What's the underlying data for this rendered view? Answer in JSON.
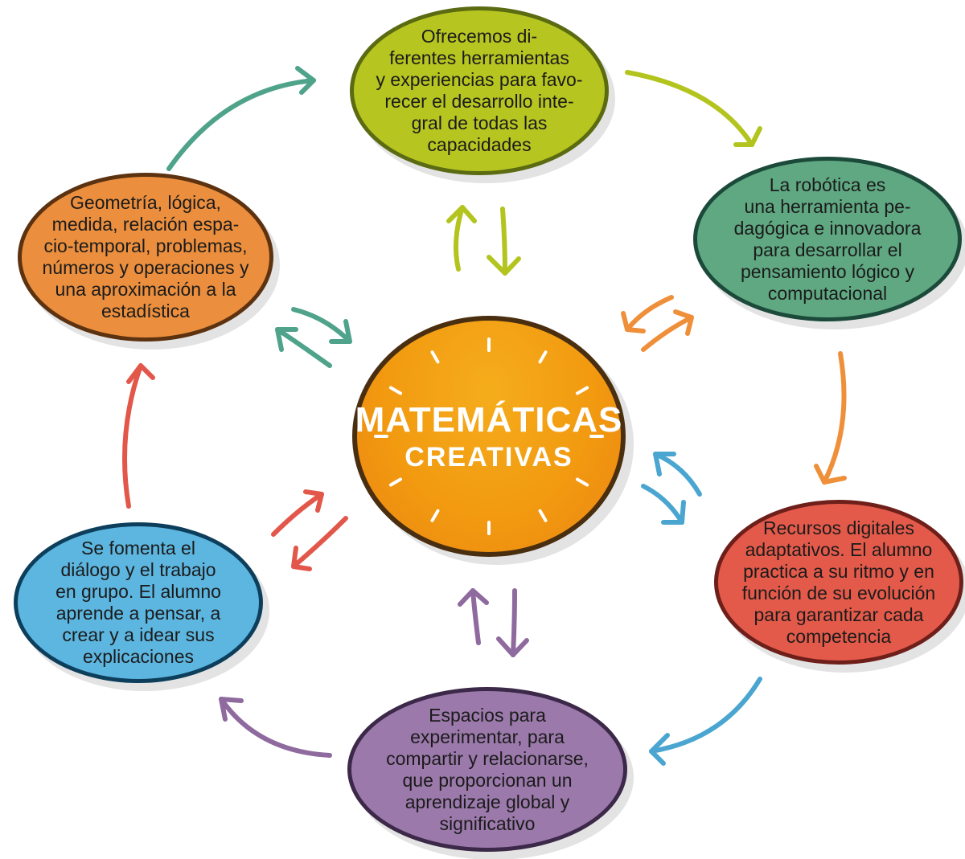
{
  "center": {
    "title": "MATEMÁTICAS",
    "subtitle": "CREATIVAS",
    "fill": "#f29a10"
  },
  "bubbles": [
    {
      "id": "top",
      "fill": "#b7c520",
      "border": "#5b6b12",
      "lines": [
        "Ofrecemos di-",
        "ferentes herramientas",
        "y experiencias para favo-",
        "recer el desarrollo inte-",
        "gral de todas las",
        "capacidades"
      ]
    },
    {
      "id": "right-top",
      "fill": "#5fa882",
      "border": "#1c4a3a",
      "lines": [
        "La robótica es",
        "una herramienta pe-",
        "dagógica e innovadora",
        "para desarrollar el",
        "pensamiento lógico y",
        "computacional"
      ]
    },
    {
      "id": "right-bottom",
      "fill": "#e45a4a",
      "border": "#6e1f1a",
      "lines": [
        "Recursos digitales",
        "adaptativos. El alumno",
        "practica a su ritmo y en",
        "función de su evolución",
        "para garantizar cada",
        "competencia"
      ]
    },
    {
      "id": "bottom",
      "fill": "#9b79ab",
      "border": "#3c2848",
      "lines": [
        "Espacios para",
        "experimentar, para",
        "compartir y relacionarse,",
        "que proporcionan un",
        "aprendizaje global y",
        "significativo"
      ]
    },
    {
      "id": "left-bottom",
      "fill": "#5db6e0",
      "border": "#0d3f5c",
      "lines": [
        "Se fomenta el",
        "diálogo y el trabajo",
        "en grupo. El alumno",
        "aprende a pensar, a",
        "crear y a idear sus",
        "explicaciones"
      ]
    },
    {
      "id": "left-top",
      "fill": "#eb8f3e",
      "border": "#5c3210",
      "lines": [
        "Geometría, lógica,",
        "medida, relación espa-",
        "cio-temporal, problemas,",
        "números y operaciones y",
        "una aproximación a la",
        "estadística"
      ]
    }
  ],
  "arrow_colors": {
    "teal": "#4fa38a",
    "lime": "#b3c41e",
    "orange": "#ef8f3a",
    "blue": "#4aa6d0",
    "purple": "#8e6a9e",
    "red": "#e2574a"
  }
}
